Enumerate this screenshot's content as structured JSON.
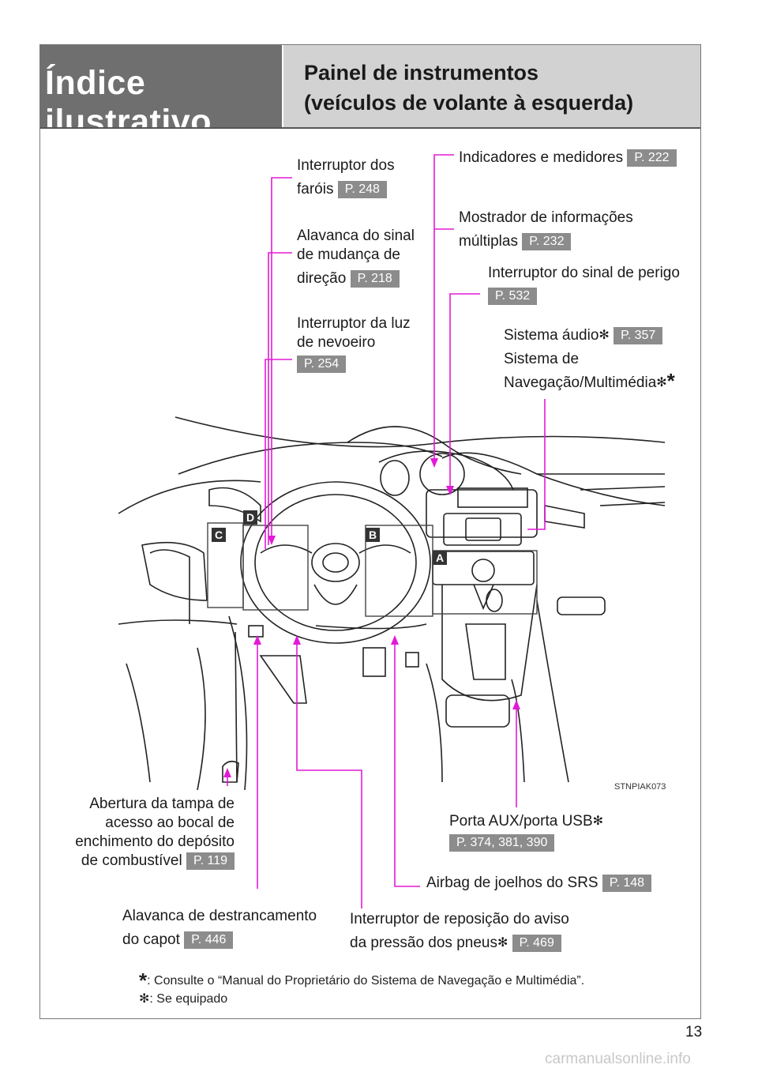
{
  "header": {
    "section": "Índice ilustrativo",
    "title_line1": "Painel de instrumentos",
    "title_line2": "(veículos de volante à esquerda)"
  },
  "labels": {
    "headlight": {
      "line1": "Interruptor dos",
      "line2": "faróis",
      "page": "P. 248"
    },
    "turn_signal": {
      "line1": "Alavanca do sinal",
      "line2": "de mudança de",
      "line3": "direção",
      "page": "P. 218"
    },
    "fog_light": {
      "line1": "Interruptor da luz",
      "line2": "de nevoeiro",
      "page": "P. 254"
    },
    "gauges": {
      "text": "Indicadores e medidores",
      "page": "P. 222"
    },
    "multi_display": {
      "line1": "Mostrador de informações",
      "line2": "múltiplas",
      "page": "P. 232"
    },
    "hazard": {
      "text": "Interruptor do sinal de perigo",
      "page": "P. 532"
    },
    "audio": {
      "line1": "Sistema áudio",
      "line2": "Sistema de",
      "line3": "Navegação/Multimédia",
      "page": "P. 357"
    },
    "fuel_door": {
      "line1": "Abertura da tampa de",
      "line2": "acesso ao bocal de",
      "line3": "enchimento do depósito",
      "line4": "de combustível",
      "page": "P. 119"
    },
    "aux_usb": {
      "text": "Porta AUX/porta USB",
      "page": "P. 374, 381, 390"
    },
    "knee_airbag": {
      "text": "Airbag de joelhos do SRS",
      "page": "P. 148"
    },
    "hood": {
      "line1": "Alavanca de destrancamento",
      "line2": "do capot",
      "page": "P. 446"
    },
    "tpms": {
      "line1": "Interruptor de reposição do aviso",
      "line2": "da pressão dos pneus",
      "page": "P. 469"
    }
  },
  "callouts": {
    "a": "A",
    "b": "B",
    "c": "C",
    "d": "D"
  },
  "image_code": "STNPIAK073",
  "notes": {
    "star": ": Consulte o “Manual do Proprietário do Sistema de Navegação e Multimédia”.",
    "equipped": ": Se equipado"
  },
  "marks": {
    "star": "*",
    "equipped": "✻"
  },
  "page_number": "13",
  "watermark": "carmanualsonline.info",
  "colors": {
    "leader": "#e21ad6",
    "header_dark": "#6f6f6f",
    "header_light": "#d2d2d2",
    "page_badge": "#8c8c8c"
  }
}
